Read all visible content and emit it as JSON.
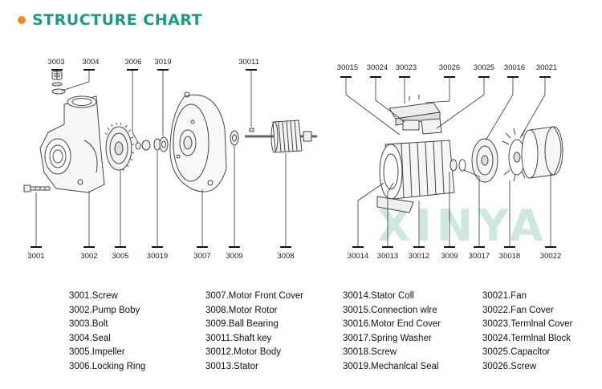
{
  "title": "STRUCTURE CHART",
  "watermark": "XINYA",
  "colors": {
    "title": "#1d9a86",
    "dot": "#f08a1c",
    "watermark": "#cfe7e2"
  },
  "labels_top": {
    "l3003": "3003",
    "l3004": "3004",
    "l3006": "3006",
    "l3019": "3019",
    "l30011": "30011",
    "l30015": "30015",
    "l30024": "30024",
    "l30023": "30023",
    "l30026": "30026",
    "l30025": "30025",
    "l30016": "30016",
    "l30021": "30021"
  },
  "labels_bottom": {
    "l3001": "3001",
    "l3002": "3002",
    "l3005": "3005",
    "l30019": "30019",
    "l3007": "3007",
    "l3009a": "3009",
    "l3008": "3008",
    "l30014": "30014",
    "l30013": "30013",
    "l30012": "30012",
    "l3009b": "3009",
    "l30017": "30017",
    "l30018": "30018",
    "l30022": "30022"
  },
  "legend": {
    "col1": [
      "3001.Screw",
      "3002.Pump Boby",
      "3003.Bolt",
      "3004.Seal",
      "3005.Impeller",
      "3006.Locking Ring"
    ],
    "col2": [
      "3007.Motor Front Cover",
      "3008.Motor Rotor",
      "3009.Ball Bearing",
      "30011.Shaft key",
      "30012.Motor Body",
      "30013.Stator"
    ],
    "col3": [
      "30014.Stator Coll",
      "30015.Connection wlre",
      "30016.Motor End Cover",
      "30017.Spring Washer",
      "30018.Screw",
      "30019.Mechanlcal Seal"
    ],
    "col4": [
      "30021.Fan",
      "30022.Fan Cover",
      "30023.Termlnal Cover",
      "30024.Termlnal Block",
      "30025.Capacltor",
      "30026.Screw"
    ]
  }
}
